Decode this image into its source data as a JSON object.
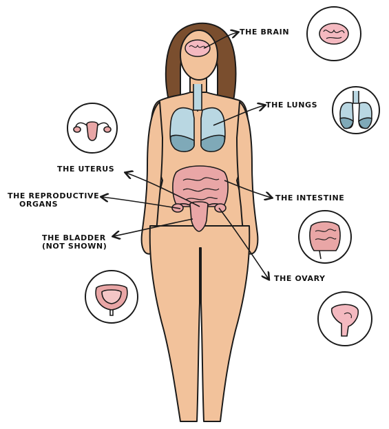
{
  "labels": {
    "brain": "THE BRAIN",
    "lungs": "THE LUNGS",
    "uterus": "THE UTERUS",
    "reproductive_line1": "THE REPRODUCTIVE",
    "reproductive_line2": "ORGANS",
    "intestine": "THE INTESTINE",
    "bladder_line1": "THE BLADDER",
    "bladder_line2": "(NOT SHOWN)",
    "ovary": "THE OVARY"
  },
  "colors": {
    "skin": "#f2c29b",
    "hair": "#7a4e2e",
    "brain": "#f4b9c0",
    "lungs": "#b9d7e2",
    "lungs_dark": "#7fa9b8",
    "organ_pink": "#e9a6a6",
    "outline": "#1a1a1a"
  },
  "icons": [
    "brain-icon",
    "lungs-icon",
    "uterus-icon",
    "intestine-icon",
    "bladder-icon",
    "ovary-icon"
  ]
}
